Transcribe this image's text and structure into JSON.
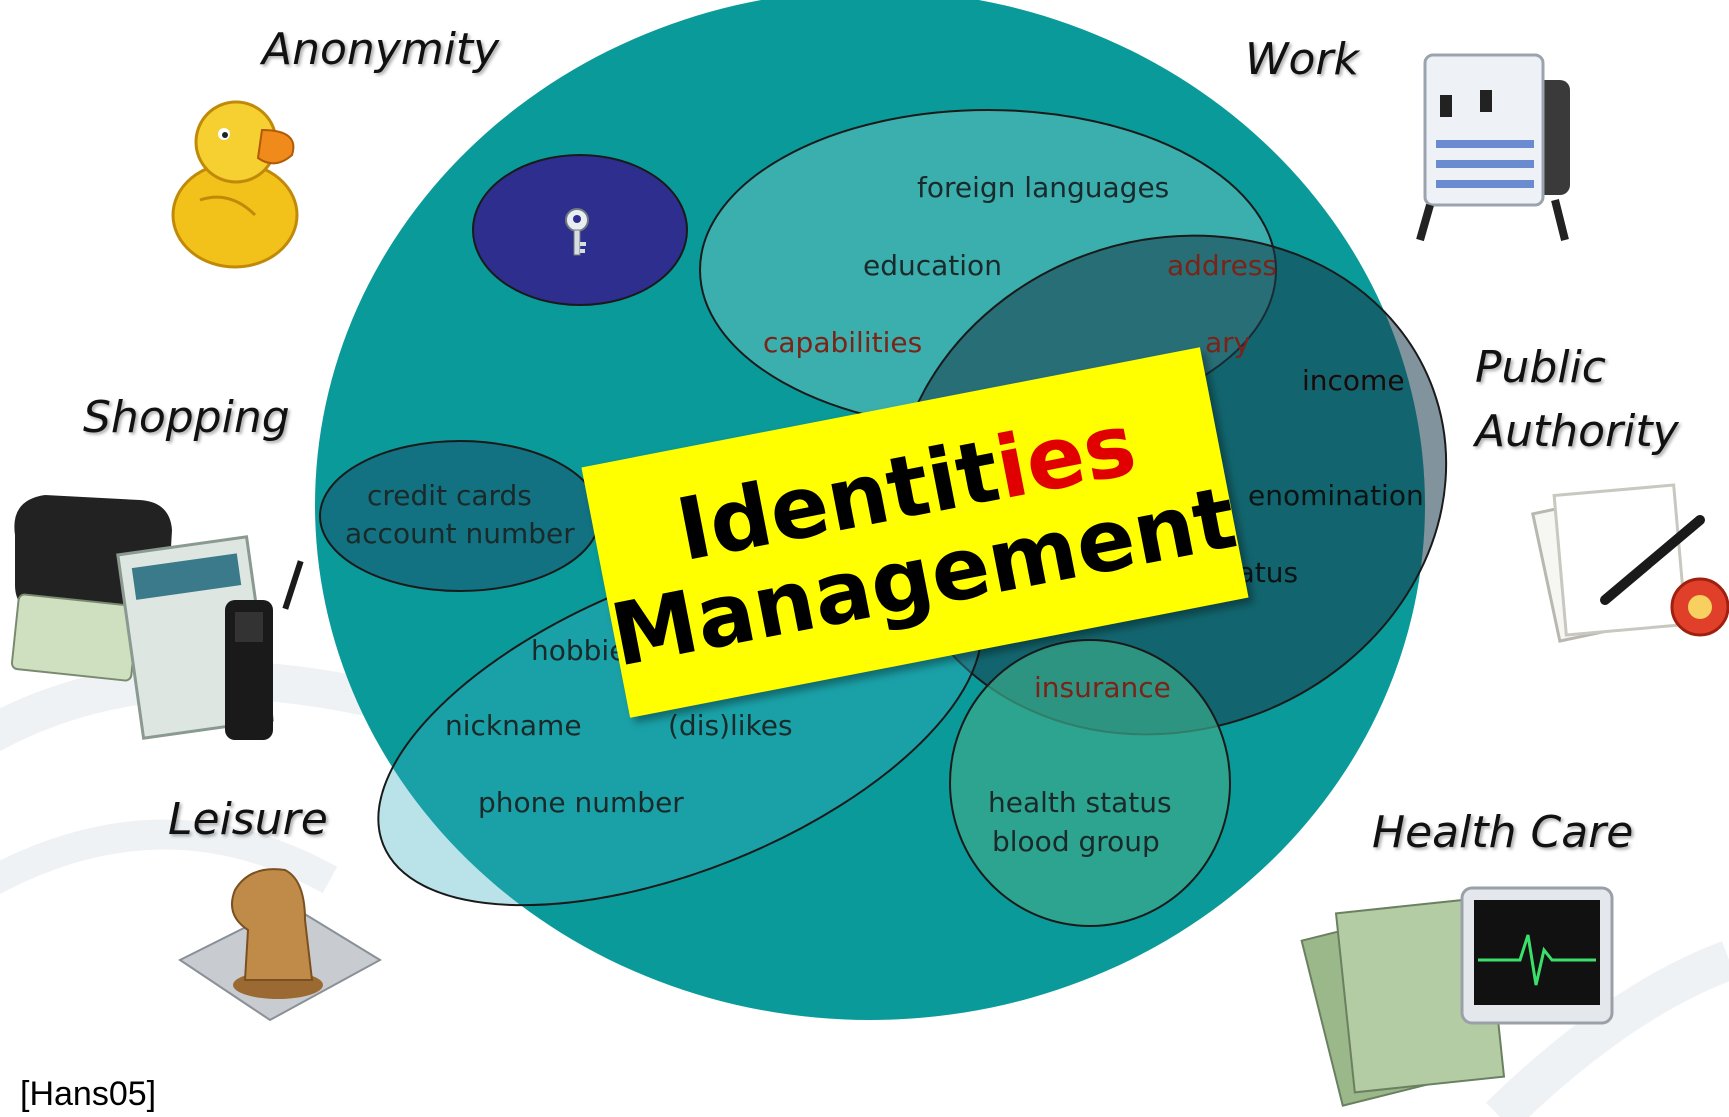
{
  "categories": {
    "anonymity": "Anonymity",
    "work": "Work",
    "shopping": "Shopping",
    "public_authority_line1": "Public",
    "public_authority_line2": "Authority",
    "leisure": "Leisure",
    "health_care": "Health Care"
  },
  "banner": {
    "line1_prefix": "Identit",
    "line1_highlight": "ies",
    "line2": "Management"
  },
  "attributes": {
    "foreign_languages": "foreign languages",
    "education": "education",
    "address": "address",
    "capabilities": "capabilities",
    "salary_fragment": "ary",
    "income": "income",
    "credit_cards": "credit cards",
    "account_number": "account number",
    "denomination_fragment": "enomination",
    "marital_status_fragment": "narital status",
    "hobbies": "hobbies",
    "insurance": "insurance",
    "nickname": "nickname",
    "dislikes": "(dis)likes",
    "phone_number": "phone number",
    "health_status": "health status",
    "blood_group": "blood group"
  },
  "icons": {
    "anonymity": "rubber-duck-icon",
    "work": "rolodex-icon",
    "shopping": "wallet-icon",
    "public_authority": "document-pen-icon",
    "leisure": "chess-knight-icon",
    "health_care": "newspaper-monitor-icon",
    "key": "key-icon"
  },
  "colors": {
    "main_circle": "#0a9a9a",
    "anonymity_ellipse": "#2d2e8e",
    "banner": "#ffff00",
    "banner_highlight": "#e00000"
  },
  "citation": "[Hans05]"
}
